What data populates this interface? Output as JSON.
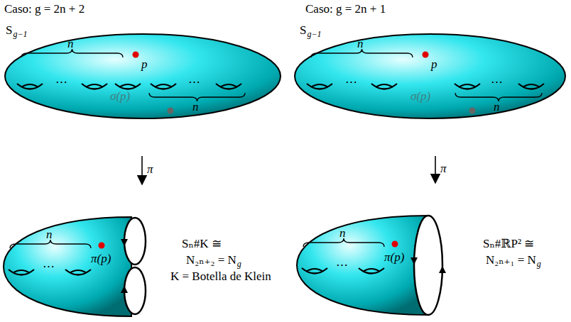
{
  "diagram": {
    "nodes": [
      {
        "text": [
          "n",
          "p",
          "⋯",
          "⋯",
          "σ(p)",
          "n"
        ]
      },
      {
        "text": [
          "n",
          "π(p)",
          "⋯"
        ]
      },
      {
        "text": [
          "n",
          "p",
          "⋯",
          "⋯",
          "σ(p)",
          "n"
        ]
      },
      {
        "text": [
          "n",
          "π(p)",
          "⋯"
        ]
      }
    ],
    "edges": [
      {
        "from": 0,
        "to": 1,
        "arrow": "to",
        "label": "π"
      },
      {
        "from": 2,
        "to": 3,
        "arrow": "to",
        "label": "π"
      }
    ],
    "labels": [
      "Caso: g = 2n + 2",
      "Caso: g = 2n + 1",
      "S",
      "g−1",
      "S",
      "g−1",
      "Sₙ#K ≅",
      "N₂ₙ₊₂ = N",
      "g",
      "K = Botella de Klein",
      "Sₙ#ℝP² ≅",
      "N₂ₙ₊₁ = N",
      "g"
    ]
  }
}
